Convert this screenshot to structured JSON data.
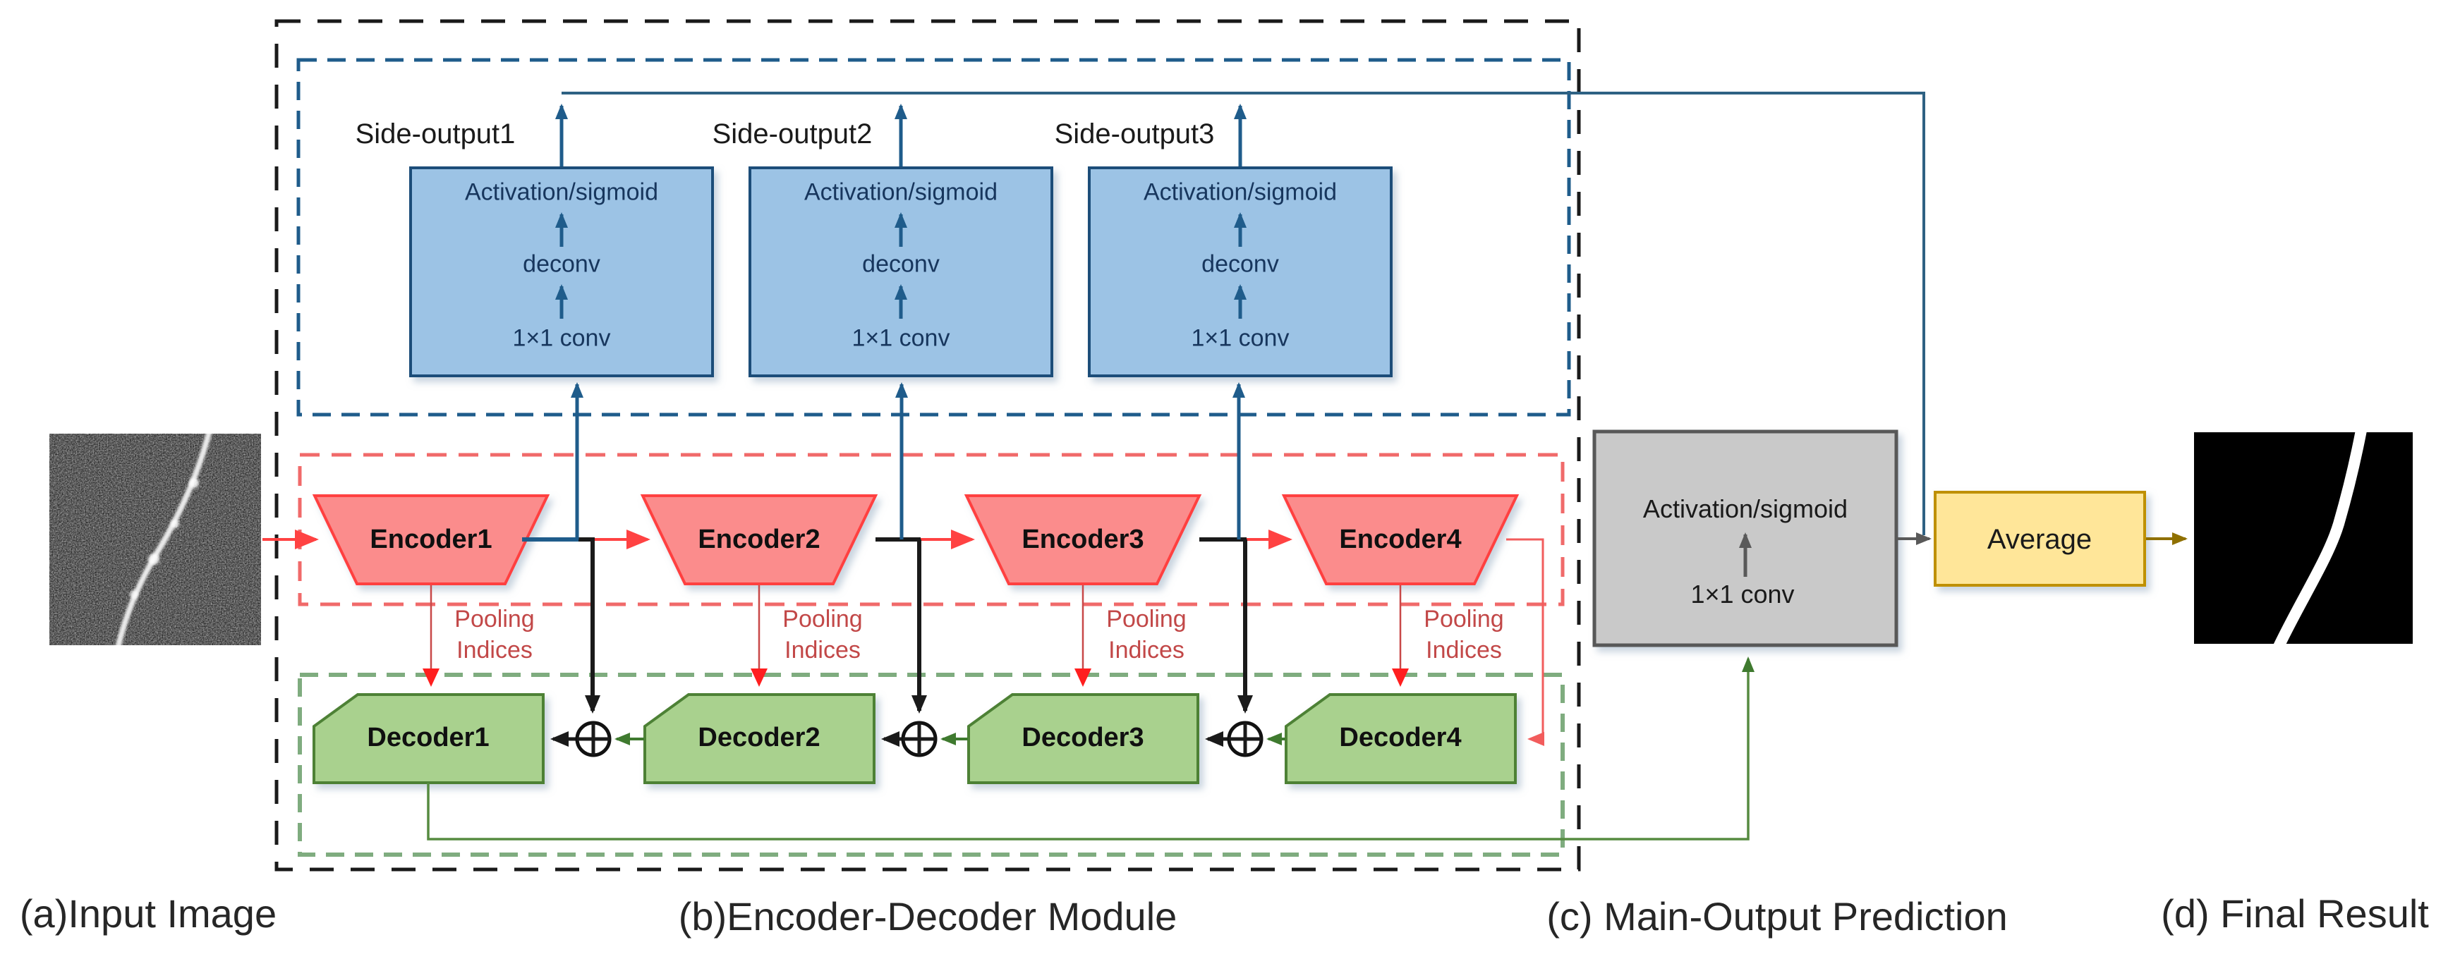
{
  "figure": {
    "captions": [
      {
        "text": "(a)Input Image"
      },
      {
        "text": "(b)Encoder-Decoder Module"
      },
      {
        "text": "(c) Main-Output Prediction"
      },
      {
        "text": "(d) Final Result"
      }
    ],
    "side_outputs": [
      {
        "label": "Side-output1",
        "box_lines": [
          "Activation/sigmoid",
          "deconv",
          "1×1 conv"
        ]
      },
      {
        "label": "Side-output2",
        "box_lines": [
          "Activation/sigmoid",
          "deconv",
          "1×1 conv"
        ]
      },
      {
        "label": "Side-output3",
        "box_lines": [
          "Activation/sigmoid",
          "deconv",
          "1×1 conv"
        ]
      }
    ],
    "encoders": [
      {
        "label": "Encoder1"
      },
      {
        "label": "Encoder2"
      },
      {
        "label": "Encoder3"
      },
      {
        "label": "Encoder4"
      }
    ],
    "pooling_labels": [
      {
        "line1": "Pooling",
        "line2": "Indices"
      },
      {
        "line1": "Pooling",
        "line2": "Indices"
      },
      {
        "line1": "Pooling",
        "line2": "Indices"
      },
      {
        "line1": "Pooling",
        "line2": "Indices"
      }
    ],
    "decoders": [
      {
        "label": "Decoder1"
      },
      {
        "label": "Decoder2"
      },
      {
        "label": "Decoder3"
      },
      {
        "label": "Decoder4"
      }
    ],
    "main_output_box": {
      "line1": "Activation/sigmoid",
      "line2": "1×1 conv"
    },
    "average_box": {
      "label": "Average"
    },
    "colors": {
      "black": "#1A1A1A",
      "blue_line": "#1F5C8B",
      "top_line": "#2E6183",
      "side_output_fill": "#9CC3E5",
      "side_output_border": "#1F4E79",
      "box_text": "#17365D",
      "encoder_fill": "#FB8C8C",
      "encoder_border": "#FF4040",
      "red_dashed": "#F06A6A",
      "chain_red": "#FF4242",
      "wrap_red": "#F25C5C",
      "pooling_line": "#C84848",
      "pooling_arrow": "#FF1F1F",
      "pooling_text": "#C24848",
      "decoder_fill": "#A9D18E",
      "decoder_border": "#4E8136",
      "green_dashed": "#7FAC7F",
      "green_line": "#568B40",
      "green_arrow": "#3F7A2F",
      "main_box_fill": "#C9C9C9",
      "main_box_border": "#595959",
      "average_fill": "#FFE699",
      "average_border": "#BF9000",
      "gold_arrow": "#8F7000",
      "caption": "#262626"
    }
  }
}
